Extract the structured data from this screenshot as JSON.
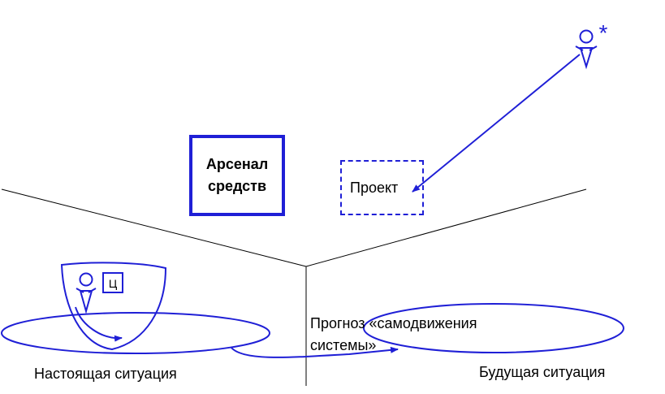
{
  "colors": {
    "accent": "#1f1fd6",
    "lines": "#000000",
    "text": "#000000"
  },
  "labels": {
    "arsenal": "Арсенал\nсредств",
    "project": "Проект",
    "present": "Настоящая ситуация",
    "future": "Будущая ситуация",
    "forecast": "Прогноз «самодвижения\nсистемы»",
    "goal_mark": "Ц",
    "star": "*"
  },
  "icons": [
    "person-icon",
    "person-icon",
    "star-icon"
  ]
}
